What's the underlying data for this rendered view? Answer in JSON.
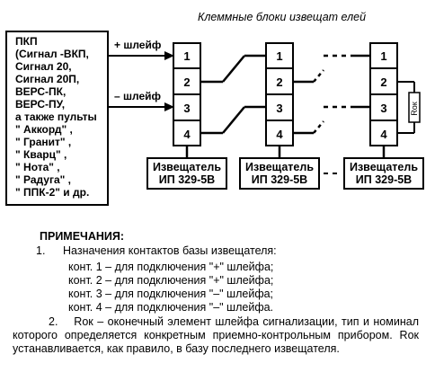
{
  "header": {
    "title": "Клеммные блоки извещат елей"
  },
  "panel": {
    "lines": [
      "ПКП",
      "(Сигнал -ВКП,",
      "Сигнал 20,",
      "Сигнал 20П,",
      "ВЕРС-ПК,",
      "ВЕРС-ПУ,",
      "а также пульты",
      "\" Аккорд\" ,",
      "\" Гранит\" ,",
      "\" Кварц\" ,",
      "\" Нота\" ,",
      "\" Радуга\" ,",
      "\" ППК-2\" и др."
    ]
  },
  "wires": {
    "plus": "+ шлейф",
    "minus": "– шлейф"
  },
  "terminals": [
    "1",
    "2",
    "3",
    "4"
  ],
  "detectors": [
    {
      "line1": "Извещатель",
      "line2": "ИП 329-5В"
    },
    {
      "line1": "Извещатель",
      "line2": "ИП 329-5В"
    },
    {
      "line1": "Извещатель",
      "line2": "ИП 329-5В"
    }
  ],
  "resistor": {
    "label": "Rок"
  },
  "notes": {
    "heading": "ПРИМЕЧАНИЯ:",
    "item1_num": "1.",
    "item1_text": "Назначения контактов базы извещателя:",
    "contacts": [
      "конт. 1 – для подключения \"+\" шлейфа;",
      "конт. 2 – для подключения \"+\" шлейфа;",
      "конт. 3 – для подключения \"–\" шлейфа;",
      "конт. 4 – для подключения \"–\" шлейфа."
    ],
    "item2_num": "2.",
    "item2_text": "Rок – оконечный элемент шлейфа сигнализации, тип и номинал которого определяется конкретным приемно-контрольным прибором. Rок устанавливается, как правило, в базу последнего извещателя."
  }
}
